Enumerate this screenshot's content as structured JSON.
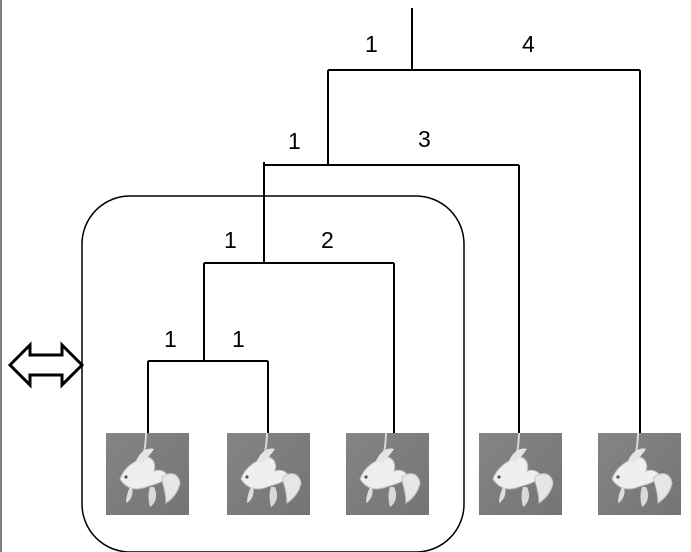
{
  "diagram": {
    "edge_labels": {
      "root_left": "1",
      "root_right": "4",
      "level2_left": "1",
      "level2_right": "3",
      "level3_left": "1",
      "level3_right": "2",
      "level4_left": "1",
      "level4_right": "1"
    },
    "leaves": [
      {
        "subject": "goldfish-photo"
      },
      {
        "subject": "goldfish-photo"
      },
      {
        "subject": "goldfish-photo"
      },
      {
        "subject": "goldfish-photo"
      },
      {
        "subject": "goldfish-photo"
      }
    ],
    "side_icon": "double-arrow-icon",
    "colors": {
      "line": "#000000",
      "photo_background": "#7f7f7f",
      "fish_body": "#eeeeee",
      "page_background": "#ffffff"
    }
  }
}
